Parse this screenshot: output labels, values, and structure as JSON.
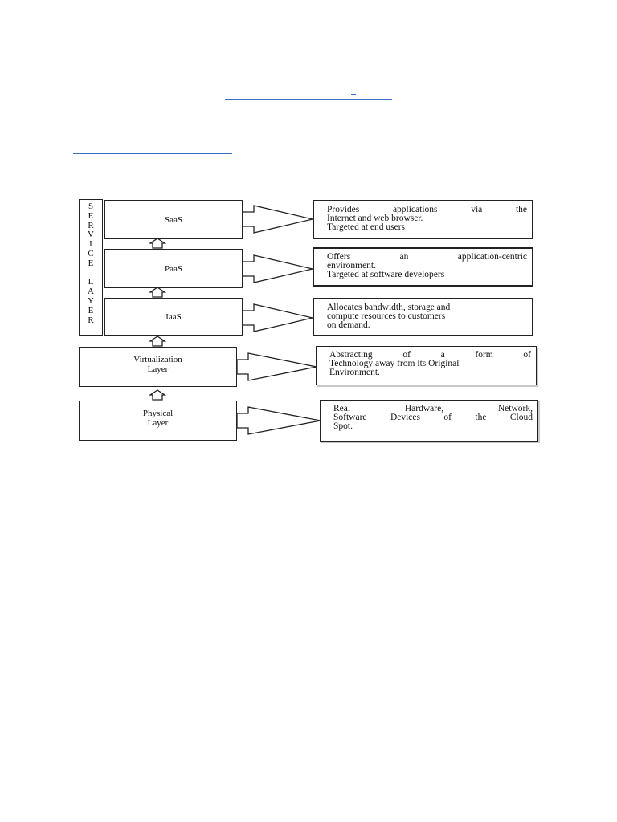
{
  "header": {
    "link_dash": "_"
  },
  "service_bar": {
    "letters": [
      "S",
      "E",
      "R",
      "V",
      "I",
      "C",
      "E",
      "",
      "L",
      "A",
      "Y",
      "E",
      "R"
    ]
  },
  "layers": {
    "saas": "SaaS",
    "paas": "PaaS",
    "iaas": "IaaS",
    "virtualization": [
      "Virtualization",
      "Layer"
    ],
    "physical": [
      "Physical",
      "Layer"
    ]
  },
  "descriptions": {
    "saas": [
      "Provides applications via the",
      "Internet and web browser.",
      "Targeted at end users"
    ],
    "paas": [
      "Offers an application-centric",
      "environment.",
      "Targeted at software developers"
    ],
    "iaas": [
      "Allocates bandwidth, storage and",
      "compute resources to customers",
      "on demand."
    ],
    "virtualization": [
      "Abstracting of a form of",
      "Technology away from its Original",
      "Environment."
    ],
    "physical": [
      "Real Hardware, Network,",
      "Software Devices of the Cloud",
      "Spot."
    ]
  }
}
